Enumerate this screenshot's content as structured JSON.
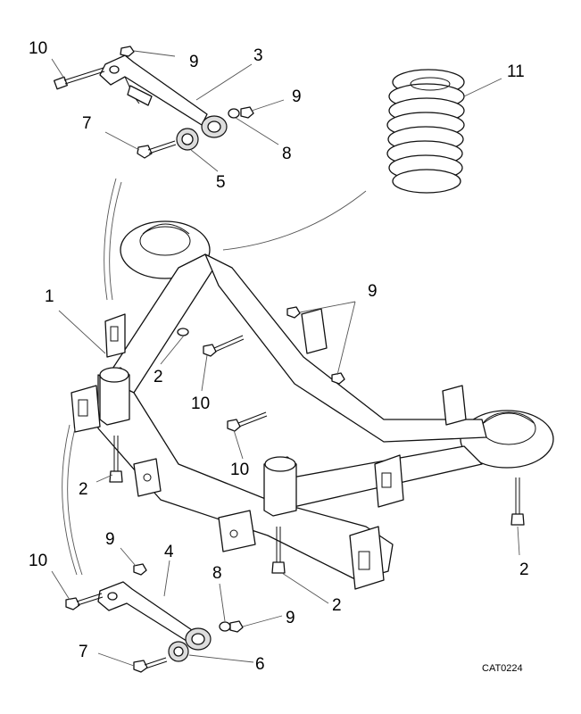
{
  "callouts": {
    "c10_top": "10",
    "c9_top": "9",
    "c3": "3",
    "c11": "11",
    "c9_right_top": "9",
    "c7_top": "7",
    "c8_top": "8",
    "c5": "5",
    "c1": "1",
    "c9_mid": "9",
    "c2_a": "2",
    "c10_mid_a": "10",
    "c10_mid_b": "10",
    "c2_left": "2",
    "c2_right": "2",
    "c9_bottom_left": "9",
    "c4": "4",
    "c10_bottom": "10",
    "c8_bottom": "8",
    "c9_bottom_right": "9",
    "c2_bottom": "2",
    "c7_bottom": "7",
    "c6": "6"
  },
  "catalog_code": "CAT0224"
}
